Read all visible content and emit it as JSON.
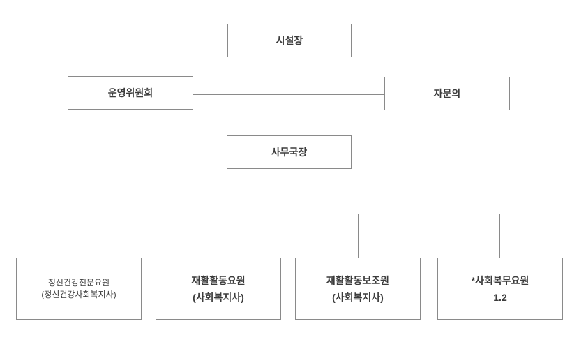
{
  "diagram": {
    "type": "org-chart",
    "nodes": {
      "director": {
        "label": "시설장"
      },
      "committee": {
        "label": "운영위원회"
      },
      "advisor": {
        "label": "자문의"
      },
      "secretary": {
        "label": "사무국장"
      },
      "staff": [
        {
          "title": "정신건강전문요원",
          "subtitle": "(정신건강사회복지사)"
        },
        {
          "title": "재활활동요원",
          "subtitle": "(사회복지사)"
        },
        {
          "title": "재활활동보조원",
          "subtitle": "(사회복지사)"
        },
        {
          "title": "*사회복무요원",
          "subtitle": "1.2"
        }
      ]
    },
    "edges": [
      {
        "from": "시설장",
        "to": "사무국장"
      },
      {
        "from": "시설장",
        "to": "운영위원회"
      },
      {
        "from": "시설장",
        "to": "자문의"
      },
      {
        "from": "사무국장",
        "to": "정신건강전문요원 (정신건강사회복지사)"
      },
      {
        "from": "사무국장",
        "to": "재활활동요원 (사회복지사)"
      },
      {
        "from": "사무국장",
        "to": "재활활동보조원 (사회복지사)"
      },
      {
        "from": "사무국장",
        "to": "*사회복무요원 1.2"
      }
    ]
  },
  "colors": {
    "border": "#8a8a8a",
    "text": "#3c3c3c",
    "background": "#ffffff"
  }
}
